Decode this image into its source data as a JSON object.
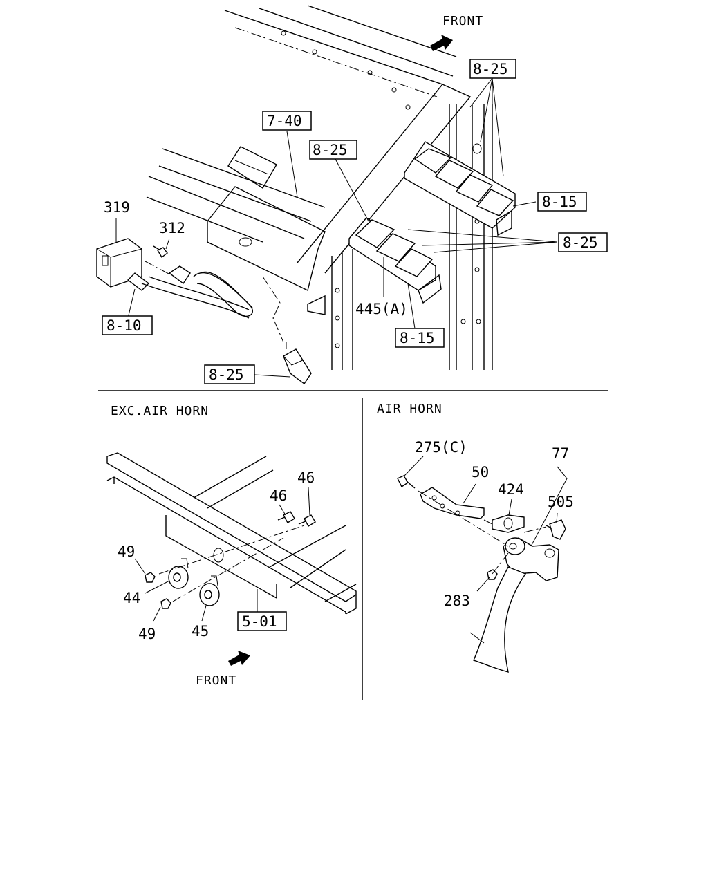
{
  "top": {
    "front_label": "FRONT",
    "callouts": {
      "c_8_25_top": "8-25",
      "c_7_40": "7-40",
      "c_8_25_mid": "8-25",
      "c_8_15_right": "8-15",
      "c_8_25_right": "8-25",
      "c_8_15_bottom": "8-15",
      "c_8_10": "8-10",
      "c_8_25_bottom": "8-25"
    },
    "numbers": {
      "n319": "319",
      "n312": "312",
      "n445": "445(A)"
    }
  },
  "bottom_left": {
    "section_title": "EXC.AIR HORN",
    "front_label": "FRONT",
    "callouts": {
      "c_5_01": "5-01"
    },
    "numbers": {
      "n46a": "46",
      "n46b": "46",
      "n49a": "49",
      "n44": "44",
      "n49b": "49",
      "n45": "45"
    }
  },
  "bottom_right": {
    "section_title": "AIR HORN",
    "numbers": {
      "n275": "275(C)",
      "n50": "50",
      "n77": "77",
      "n424": "424",
      "n505": "505",
      "n283": "283"
    }
  }
}
